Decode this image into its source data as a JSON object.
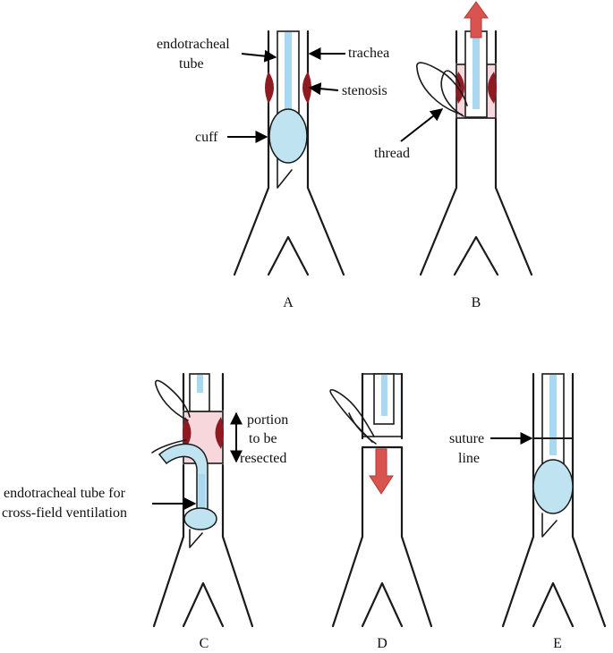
{
  "panels": {
    "A": {
      "caption": "A",
      "labels": {
        "endotracheal_tube_line1": "endotracheal",
        "endotracheal_tube_line2": "tube",
        "trachea": "trachea",
        "stenosis": "stenosis",
        "cuff": "cuff"
      }
    },
    "B": {
      "caption": "B",
      "labels": {
        "thread": "thread"
      }
    },
    "C": {
      "caption": "C",
      "labels": {
        "portion_line1": "portion",
        "portion_line2": "to be",
        "portion_line3": "resected",
        "ett_cross_line1": "endotracheal tube for",
        "ett_cross_line2": "cross-field ventilation"
      }
    },
    "D": {
      "caption": "D"
    },
    "E": {
      "caption": "E",
      "labels": {
        "suture_line1": "suture",
        "suture_line2": "line"
      }
    }
  },
  "colors": {
    "stenosis": "#8e1b22",
    "tube_lumen": "#a9d8f0",
    "cuff": "#bfe3f1",
    "resected_region": "#f7d6dc",
    "arrow": "#d9534f"
  }
}
